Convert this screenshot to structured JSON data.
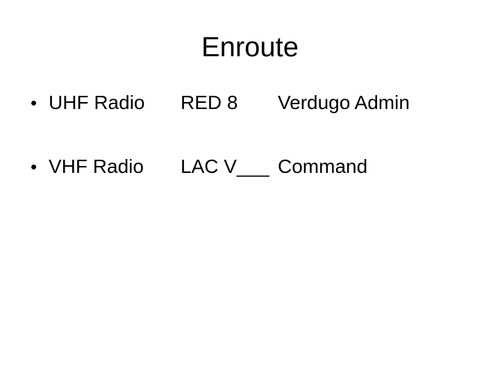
{
  "slide": {
    "title": "Enroute",
    "bullet_glyph": "•",
    "rows": [
      {
        "item": "UHF Radio",
        "channel": "RED 8",
        "assignment": "Verdugo Admin"
      },
      {
        "item": "VHF Radio",
        "channel": "LAC V___",
        "assignment": "Command"
      }
    ],
    "colors": {
      "background": "#ffffff",
      "text": "#000000"
    }
  }
}
